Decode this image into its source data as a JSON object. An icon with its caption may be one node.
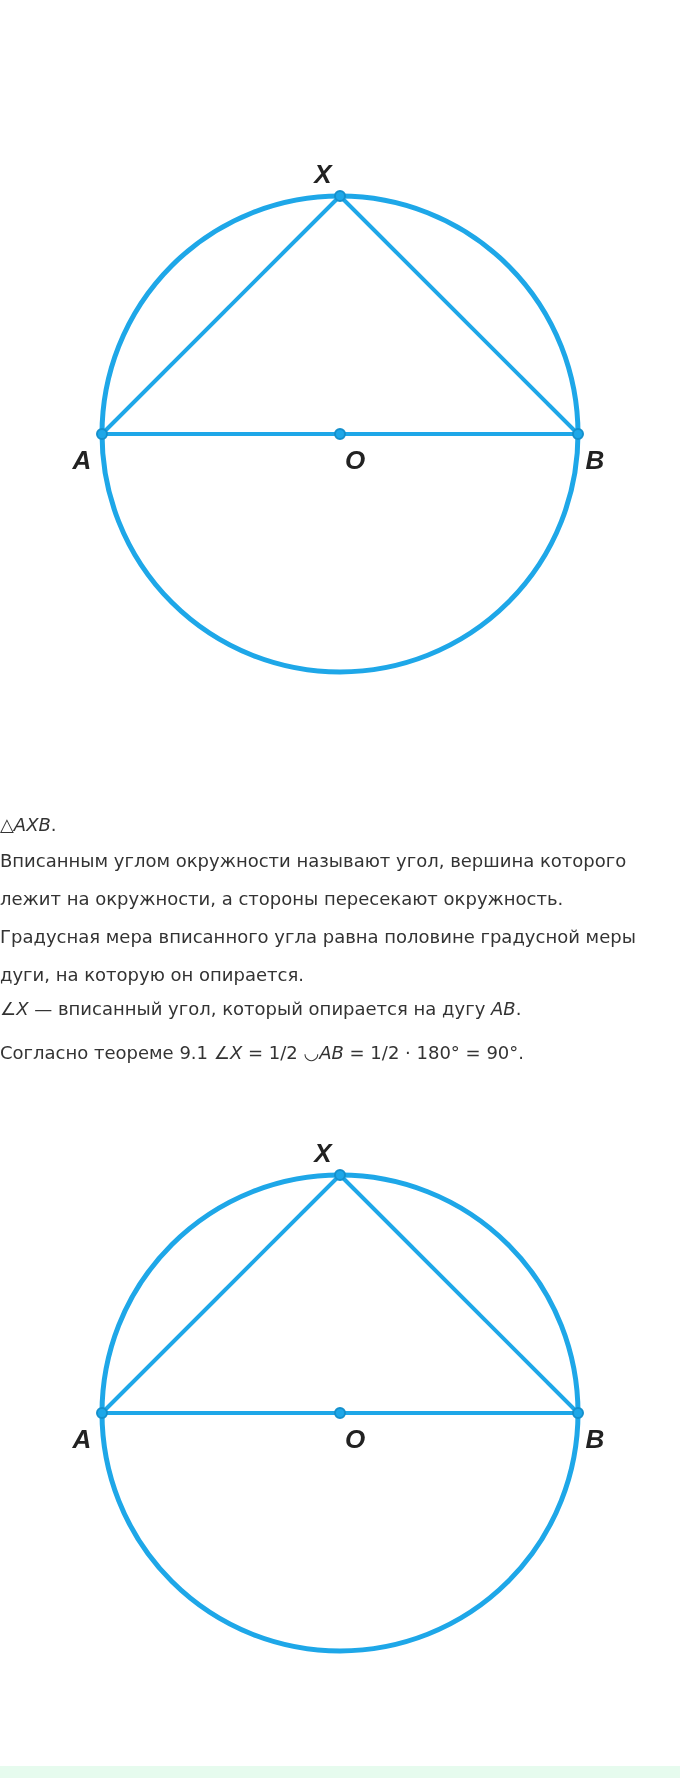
{
  "diagram": {
    "nodes": [
      {
        "text": [
          "X"
        ]
      },
      {
        "text": [
          "A"
        ]
      },
      {
        "text": [
          "O"
        ]
      },
      {
        "text": [
          "B"
        ]
      },
      {
        "text": [
          "X"
        ]
      },
      {
        "text": [
          "A"
        ]
      },
      {
        "text": [
          "O"
        ]
      },
      {
        "text": [
          "B"
        ]
      }
    ],
    "edges": [
      {
        "from": 0,
        "to": 1,
        "arrow": "none"
      },
      {
        "from": 0,
        "to": 3,
        "arrow": "none"
      },
      {
        "from": 1,
        "to": 2,
        "arrow": "none"
      },
      {
        "from": 2,
        "to": 3,
        "arrow": "none"
      },
      {
        "from": 4,
        "to": 5,
        "arrow": "none"
      },
      {
        "from": 4,
        "to": 7,
        "arrow": "none"
      },
      {
        "from": 5,
        "to": 6,
        "arrow": "none"
      },
      {
        "from": 6,
        "to": 7,
        "arrow": "none"
      }
    ],
    "labels": [
      "△*AXB*.",
      "Вписанным углом окружности называют угол, вершина которого лежит на окружности, а стороны пересекают окружность.",
      "Градусная мера вписанного угла равна половине градусной меры дуги, на которую он опирается.",
      "∠*X* — вписанный угол, который опирается на дугу *AB*.",
      "Согласно теореме 9.1 ∠*X* = 1/2 ◡*AB* = 1/2 · 180° = 90°."
    ]
  }
}
